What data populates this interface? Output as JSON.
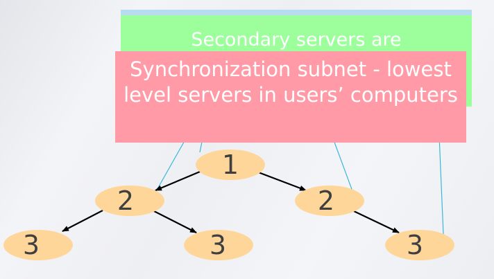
{
  "callouts": {
    "secondary_text": "Secondary servers are",
    "sync_text": "Synchronization subnet - lowest level servers in users’ computers"
  },
  "colors": {
    "node_fill": "#ffd699",
    "edge": "#000000",
    "pointer_line": "#39b7d9",
    "secondary_bg": "#9cff9c",
    "sync_bg": "#ff9aa6"
  },
  "nodes": [
    {
      "id": "n1",
      "label": "1"
    },
    {
      "id": "n2a",
      "label": "2"
    },
    {
      "id": "n2b",
      "label": "2"
    },
    {
      "id": "n3a",
      "label": "3"
    },
    {
      "id": "n3b",
      "label": "3"
    },
    {
      "id": "n3c",
      "label": "3"
    }
  ]
}
